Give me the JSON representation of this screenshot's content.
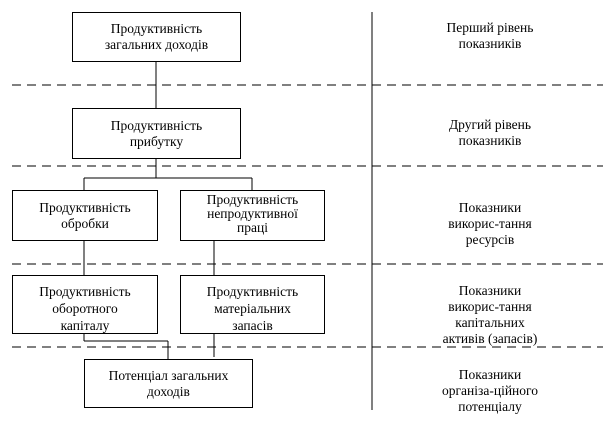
{
  "boxes": {
    "total_income": "Продуктивність\nзагальних доходів",
    "profit": "Продуктивність\nприбутку",
    "processing": "Продуктивність\nобробки",
    "nonproductive_labor": "Продуктивність\nнепродуктивної\nпраці",
    "working_capital": "Продуктивність\nоборотного\nкапіталу",
    "material_stocks": "Продуктивність\nматеріальних\nзапасів",
    "income_potential": "Потенціал загальних\nдоходів"
  },
  "levels": {
    "first": "Перший рівень\nпоказників",
    "second": "Другий рівень\nпоказників",
    "resources": "Показники\nвикорис-тання\nресурсів",
    "capital_assets": "Показники\nвикорис-тання\nкапітальних\nактивів (запасів)",
    "org_potential": "Показники\nорганіза-ційного\nпотенціалу"
  }
}
